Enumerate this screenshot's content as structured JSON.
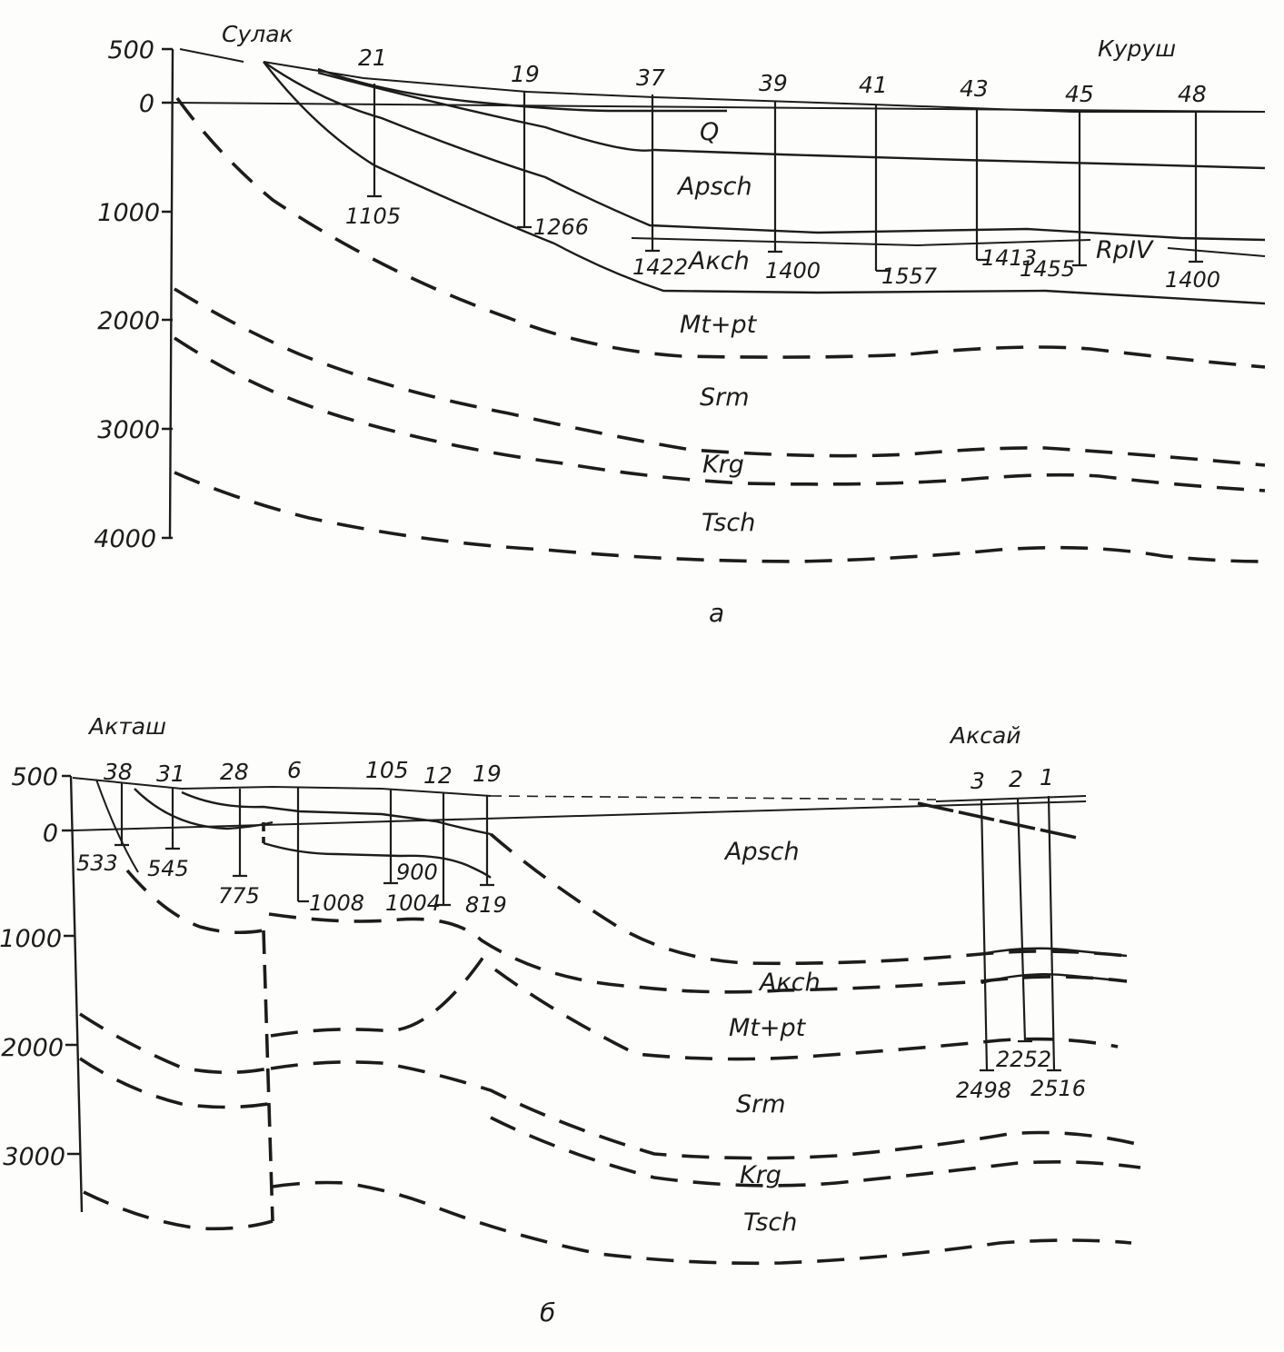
{
  "section_a": {
    "panel_label": "а",
    "places": [
      "Сулак",
      "Куруш"
    ],
    "depth_ticks": [
      "500",
      "0",
      "1000",
      "2000",
      "3000",
      "4000"
    ],
    "wells": [
      {
        "name": "21",
        "depth": "1105"
      },
      {
        "name": "19",
        "depth": "1266"
      },
      {
        "name": "37",
        "depth": "1422"
      },
      {
        "name": "39",
        "depth": "1400"
      },
      {
        "name": "41",
        "depth": "1557"
      },
      {
        "name": "43",
        "depth": "1413"
      },
      {
        "name": "45",
        "depth": "1455"
      },
      {
        "name": "48",
        "depth": "1400"
      }
    ],
    "units": [
      "Q",
      "Apsch",
      "Акch",
      "RpIV",
      "Mt+pt",
      "Srm",
      "Krg",
      "Tsch"
    ]
  },
  "section_b": {
    "panel_label": "б",
    "places": [
      "Акташ",
      "Аксай"
    ],
    "depth_ticks": [
      "500",
      "0",
      "1000",
      "2000",
      "3000"
    ],
    "wells": [
      {
        "name": "38",
        "depth": "533"
      },
      {
        "name": "31",
        "depth": "545"
      },
      {
        "name": "28",
        "depth": "775"
      },
      {
        "name": "6",
        "depth": "1008"
      },
      {
        "name": "105",
        "depth": "900"
      },
      {
        "name": "12",
        "depth": "1004"
      },
      {
        "name": "19",
        "depth": "819"
      },
      {
        "name": "3",
        "depth": "2498"
      },
      {
        "name": "2",
        "depth": "2252"
      },
      {
        "name": "1",
        "depth": "2516"
      }
    ],
    "units": [
      "Apsch",
      "Акch",
      "Mt+pt",
      "Srm",
      "Krg",
      "Tsch"
    ]
  }
}
